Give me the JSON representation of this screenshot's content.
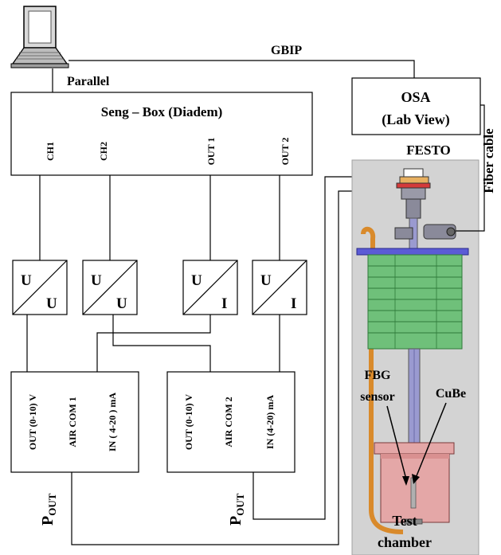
{
  "labels": {
    "gbip": "GBIP",
    "parallel": "Parallel",
    "seng_box": "Seng – Box (Diadem)",
    "osa_line1": "OSA",
    "osa_line2": "(Lab View)",
    "festo": "FESTO",
    "fiber_cable": "Fiber cable",
    "fbg_line1": "FBG",
    "fbg_line2": "sensor",
    "cube": "CuBe",
    "test_line1": "Test",
    "test_line2": "chamber",
    "p_out_main": "P",
    "p_out_sub": "OUT"
  },
  "seng_channels": [
    "CH1",
    "CH2",
    "OUT 1",
    "OUT 2"
  ],
  "converters": [
    {
      "top": "U",
      "bottom": "U"
    },
    {
      "top": "U",
      "bottom": "U"
    },
    {
      "top": "U",
      "bottom": "I"
    },
    {
      "top": "U",
      "bottom": "I"
    }
  ],
  "festo_units": [
    {
      "ports": [
        "OUT (0-10) V",
        "AIR COM 1",
        "IN ( 4-20 ) mA"
      ]
    },
    {
      "ports": [
        "OUT (0-10) V",
        "AIR COM 2",
        "IN (4-20) mA"
      ]
    }
  ],
  "colors": {
    "festo_bg": "#d3d3d3",
    "tank": "#6fc07a",
    "tank_lines": "#2f7a3a",
    "chamber": "#e4a7a7",
    "tube": "#d98a2b",
    "plate": "#5b5bd6",
    "rod": "#9a9ad0"
  }
}
